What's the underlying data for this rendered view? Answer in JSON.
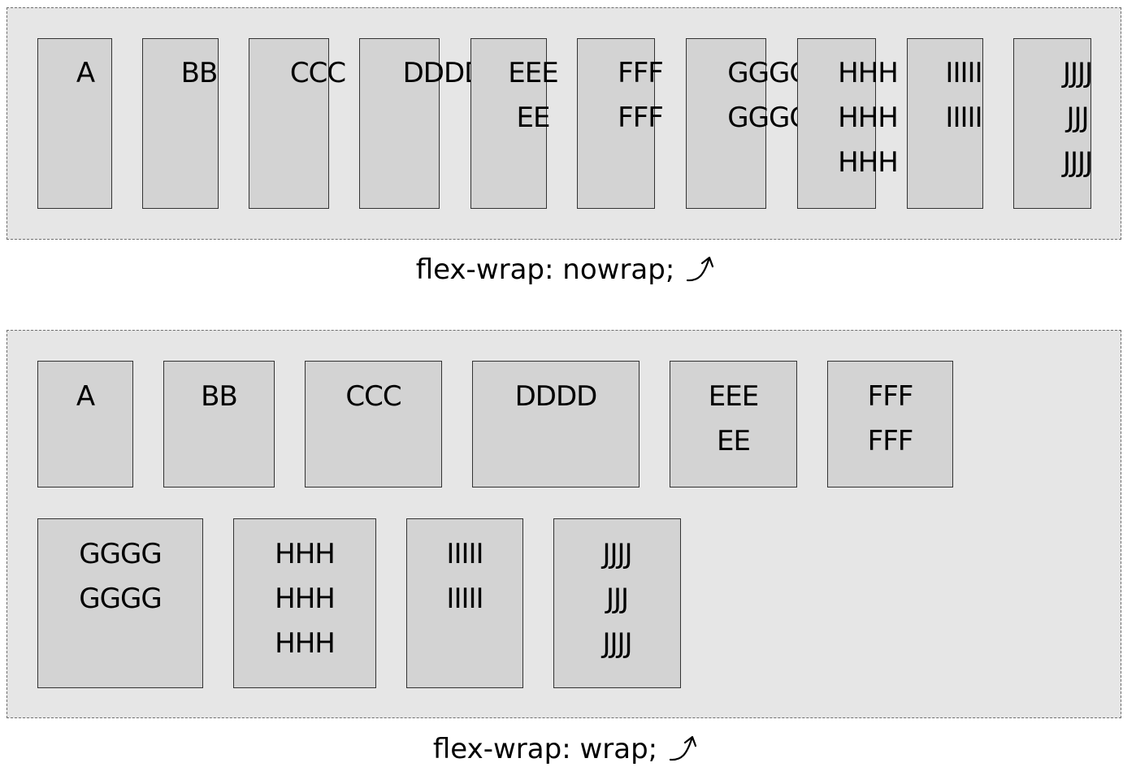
{
  "nowrap_section": {
    "caption": "flex-wrap: nowrap;",
    "arrow_icon": "curved-arrow-icon",
    "items": [
      {
        "lines": [
          "A"
        ]
      },
      {
        "lines": [
          "BB"
        ]
      },
      {
        "lines": [
          "CCC"
        ]
      },
      {
        "lines": [
          "DDDD"
        ]
      },
      {
        "lines": [
          "EEE",
          "EE"
        ]
      },
      {
        "lines": [
          "FFF",
          "FFF"
        ]
      },
      {
        "lines": [
          "GGGG",
          "GGGG"
        ]
      },
      {
        "lines": [
          "HHH",
          "HHH",
          "HHH"
        ]
      },
      {
        "lines": [
          "IIIII",
          "IIIII"
        ]
      },
      {
        "lines": [
          "JJJJ",
          "JJJ",
          "JJJJ"
        ]
      }
    ]
  },
  "wrap_section": {
    "caption": "flex-wrap: wrap;",
    "arrow_icon": "curved-arrow-icon",
    "items": [
      {
        "lines": [
          "A"
        ]
      },
      {
        "lines": [
          "BB"
        ]
      },
      {
        "lines": [
          "CCC"
        ]
      },
      {
        "lines": [
          "DDDD"
        ]
      },
      {
        "lines": [
          "EEE",
          "EE"
        ]
      },
      {
        "lines": [
          "FFF",
          "FFF"
        ]
      },
      {
        "lines": [
          "GGGG",
          "GGGG"
        ]
      },
      {
        "lines": [
          "HHH",
          "HHH",
          "HHH"
        ]
      },
      {
        "lines": [
          "IIIII",
          "IIIII"
        ]
      },
      {
        "lines": [
          "JJJJ",
          "JJJ",
          "JJJJ"
        ]
      }
    ]
  },
  "colors": {
    "container_bg": "#e6e6e6",
    "item_bg": "#d3d3d3",
    "item_border": "#333333",
    "container_border": "#6e6e6e"
  }
}
